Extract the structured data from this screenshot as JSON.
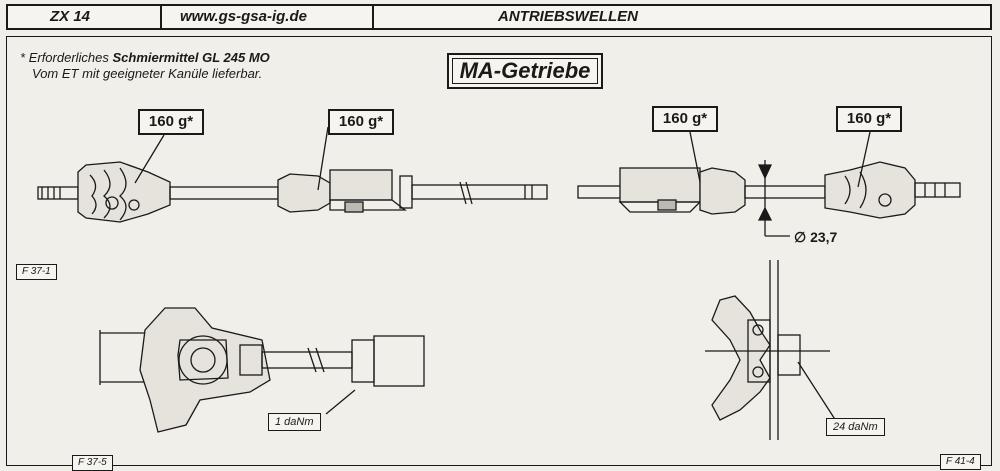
{
  "header": {
    "model": "ZX 14",
    "website": "www.gs-gsa-ig.de",
    "section": "ANTRIEBSWELLEN"
  },
  "note": {
    "asterisk": "*",
    "line1_prefix": "Erforderliches ",
    "line1_bold": "Schmiermittel GL 245 MO",
    "line2": "Vom ET mit geeigneter Kanüle lieferbar."
  },
  "title": "MA-Getriebe",
  "callouts": {
    "left_outer": "160 g*",
    "left_inner": "160 g*",
    "right_inner": "160 g*",
    "right_outer": "160 g*"
  },
  "dimension": "∅ 23,7",
  "figure_refs": {
    "top": "F 37-1",
    "bottom_left": "F 37-5",
    "bottom_right": "F 41-4"
  },
  "torques": {
    "left": "1 daNm",
    "right": "24 daNm"
  }
}
